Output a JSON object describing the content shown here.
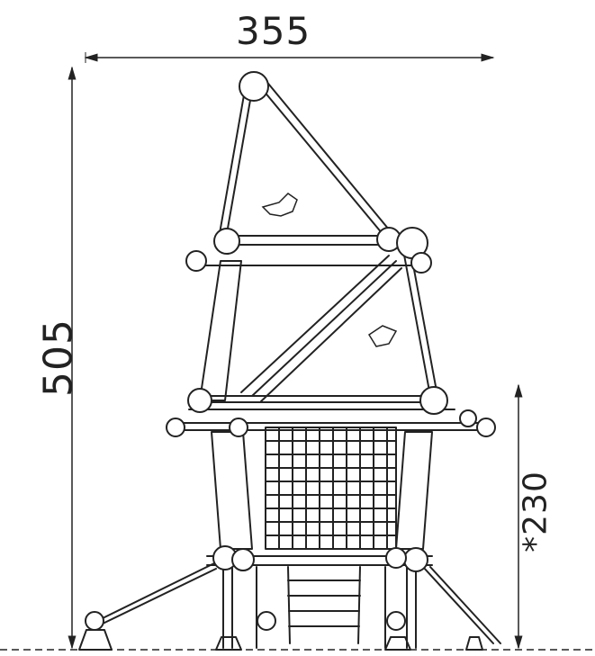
{
  "dimensions": {
    "width_label": "355",
    "height_label": "505",
    "fall_height_label": "*230"
  },
  "colors": {
    "line": "#222222",
    "background": "#ffffff"
  }
}
